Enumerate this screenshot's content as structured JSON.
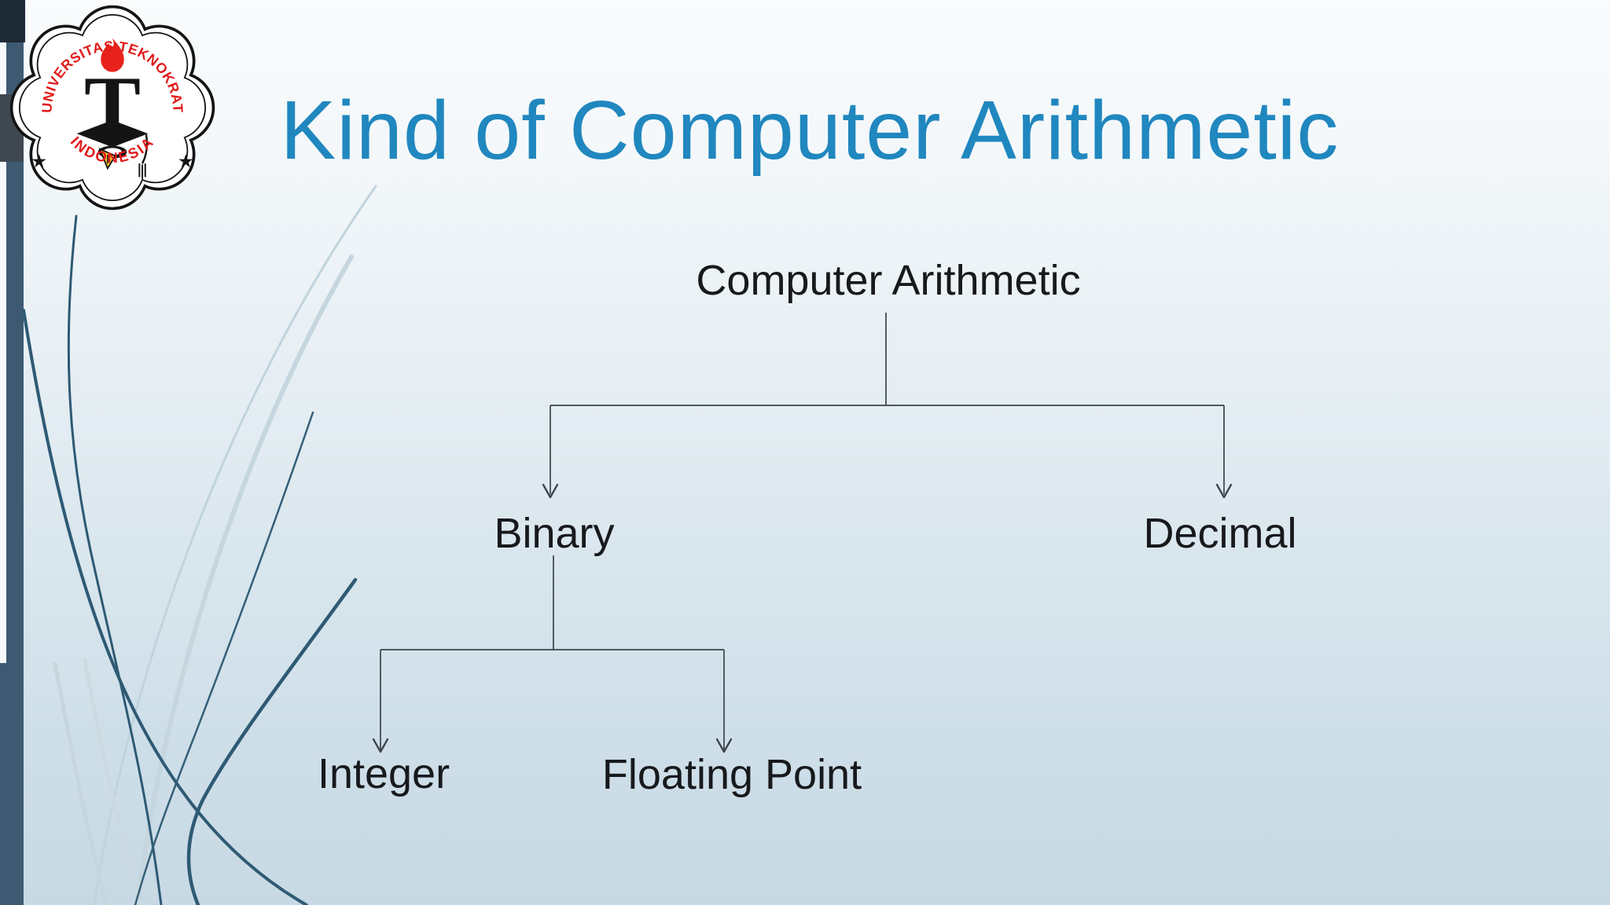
{
  "slide": {
    "title": "Kind of Computer Arithmetic",
    "title_color": "#2087bf"
  },
  "logo": {
    "arc_top": "UNIVERSITAS TEKNOKRAT",
    "arc_bottom": "INDONESIA",
    "monogram": "T",
    "star_left": "★",
    "star_right": "★",
    "colors": {
      "arc_text": "#e11a1a",
      "emblem": "#141414",
      "flame": "#e8221c",
      "pen_nib": "#f2c728"
    }
  },
  "diagram": {
    "line_color": "#3a424a",
    "root": {
      "label": "Computer Arithmetic"
    },
    "children": [
      {
        "label": "Binary",
        "children": [
          {
            "label": "Integer"
          },
          {
            "label": "Floating Point"
          }
        ]
      },
      {
        "label": "Decimal",
        "children": []
      }
    ]
  },
  "background": {
    "top": "#f9fbfc",
    "bottom": "#c7d9e4",
    "accent_bar": "#3e5a73",
    "accent_bar_top": "#1d2a36",
    "gray_block": "#3f4851",
    "curve_dark": "#2e5a74",
    "curve_light": "#c1d4dd"
  }
}
